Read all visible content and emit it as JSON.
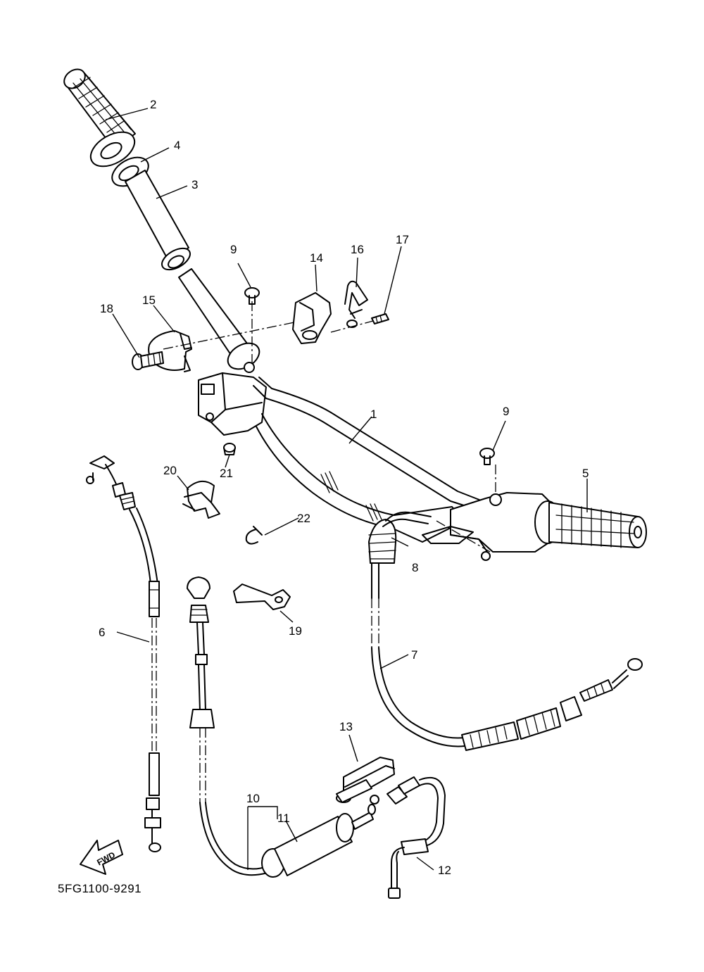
{
  "diagram": {
    "drawing_code": "5FG1100-9291",
    "direction_label": "FWD",
    "callouts": {
      "c1": "1",
      "c2": "2",
      "c3": "3",
      "c4": "4",
      "c5": "5",
      "c6": "6",
      "c7": "7",
      "c8": "8",
      "c9a": "9",
      "c9b": "9",
      "c10": "10",
      "c11": "11",
      "c12": "12",
      "c13": "13",
      "c14": "14",
      "c15": "15",
      "c16": "16",
      "c17": "17",
      "c18": "18",
      "c19": "19",
      "c20": "20",
      "c21": "21",
      "c22": "22"
    }
  }
}
